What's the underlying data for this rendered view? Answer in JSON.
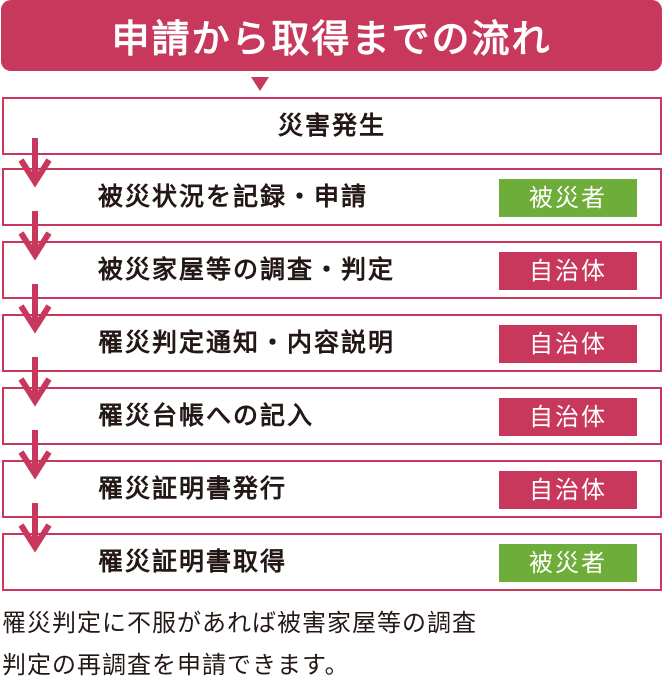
{
  "title": "申請から取得までの流れ",
  "colors": {
    "accent": "#c8375c",
    "victim": "#6fad3a",
    "municipality": "#c8375c"
  },
  "steps": [
    {
      "label": "災害発生",
      "badge": null
    },
    {
      "label": "被災状況を記録・申請",
      "badge": "被災者",
      "badge_type": "victim"
    },
    {
      "label": "被災家屋等の調査・判定",
      "badge": "自治体",
      "badge_type": "municipality"
    },
    {
      "label": "罹災判定通知・内容説明",
      "badge": "自治体",
      "badge_type": "municipality"
    },
    {
      "label": "罹災台帳への記入",
      "badge": "自治体",
      "badge_type": "municipality"
    },
    {
      "label": "罹災証明書発行",
      "badge": "自治体",
      "badge_type": "municipality"
    },
    {
      "label": "罹災証明書取得",
      "badge": "被災者",
      "badge_type": "victim"
    }
  ],
  "note": {
    "line1": "罹災判定に不服があれば被害家屋等の調査",
    "line2": "判定の再調査を申請できます。"
  }
}
